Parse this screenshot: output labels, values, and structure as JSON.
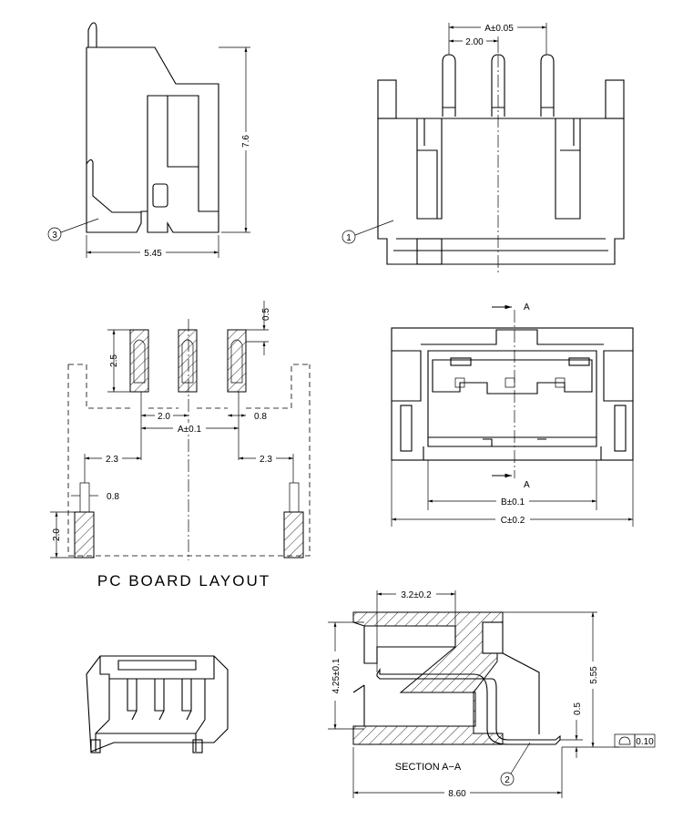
{
  "side_view": {
    "height_dim": "7.6",
    "width_dim": "5.45",
    "callout": "3"
  },
  "front_view": {
    "pitch_dim": "A±0.05",
    "pin_pitch": "2.00",
    "callout": "1"
  },
  "pcb_layout": {
    "title": "PC BOARD LAYOUT",
    "pad_length": "2.5",
    "pad_offset": "0.5",
    "pad_pitch": "2.0",
    "pad_width": "0.8",
    "span_dim": "A±0.1",
    "left_offset": "2.3",
    "right_offset": "2.3",
    "tab_width": "0.8",
    "tab_length": "2.0"
  },
  "top_view": {
    "section_mark_top": "A",
    "section_mark_bottom": "A",
    "inner_dim": "B±0.1",
    "outer_dim": "C±0.2"
  },
  "section_view": {
    "title": "SECTION A−A",
    "depth_dim": "3.2±0.2",
    "height_dim": "4.25±0.1",
    "total_height": "5.55",
    "lead_offset": "0.5",
    "flatness": "0.10",
    "length_dim": "8.60",
    "callout": "2"
  }
}
